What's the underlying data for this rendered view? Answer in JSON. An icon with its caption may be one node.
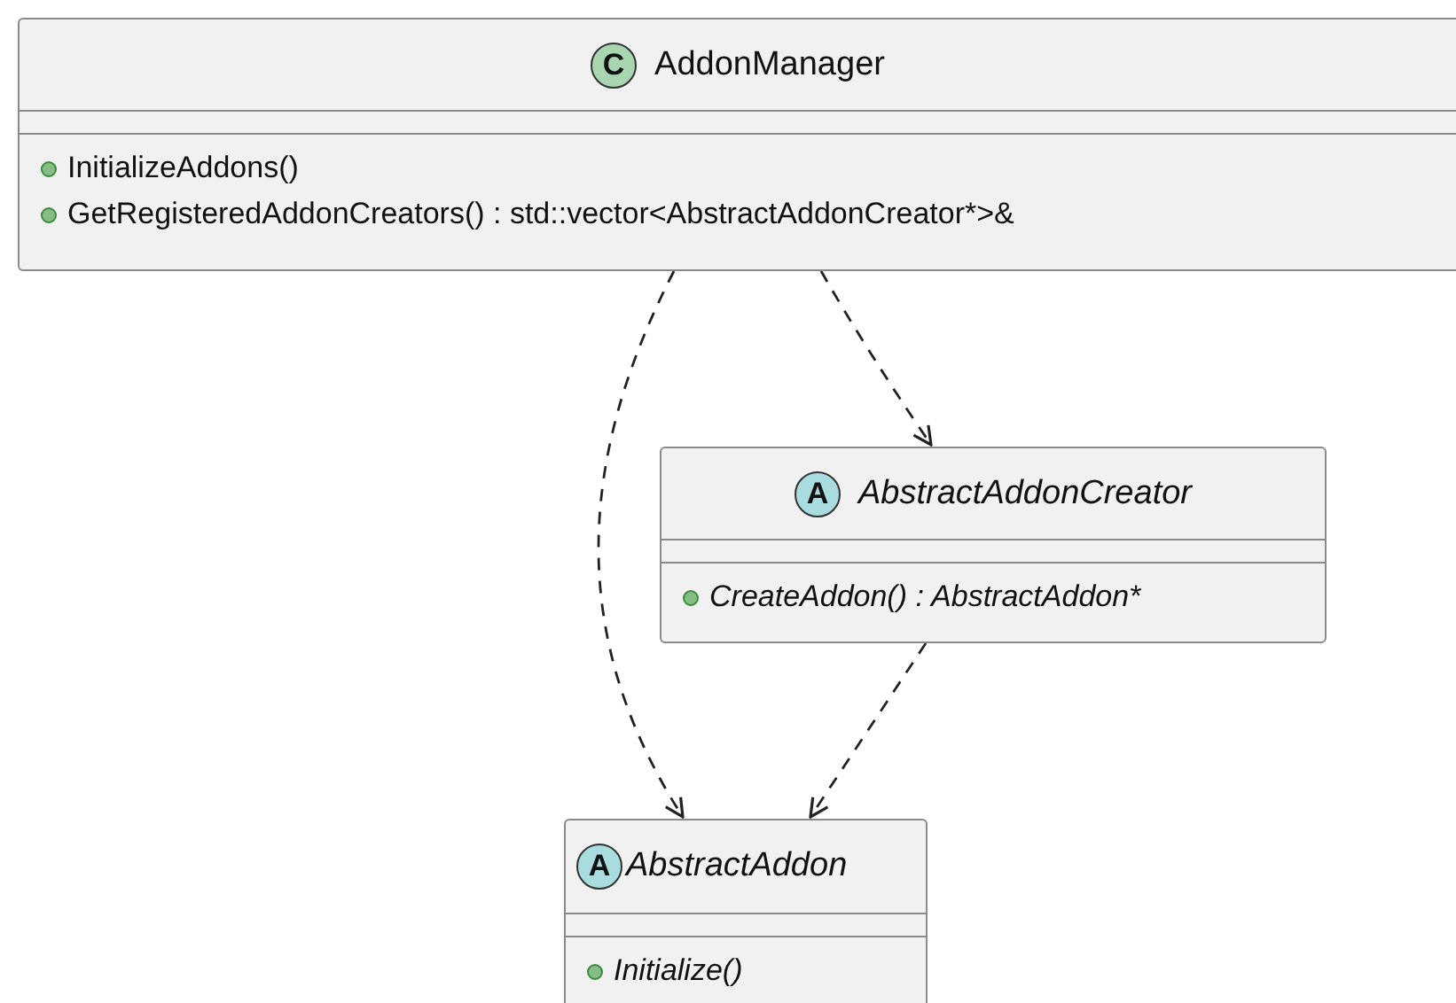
{
  "diagram": {
    "nodes": [
      {
        "text": [
          "C",
          "AddonManager",
          "InitializeAddons()",
          "GetRegisteredAddonCreators() : std::vector<AbstractAddonCreator*>&"
        ]
      },
      {
        "text": [
          "A",
          "AbstractAddonCreator",
          "CreateAddon() : AbstractAddon*"
        ]
      },
      {
        "text": [
          "A",
          "AbstractAddon",
          "Initialize()"
        ]
      }
    ],
    "edges": [
      {
        "from": 0,
        "to": 2,
        "arrow": "to",
        "style": "dashed"
      },
      {
        "from": 0,
        "to": 1,
        "arrow": "to",
        "style": "dashed"
      },
      {
        "from": 1,
        "to": 2,
        "arrow": "to",
        "style": "dashed"
      }
    ]
  }
}
